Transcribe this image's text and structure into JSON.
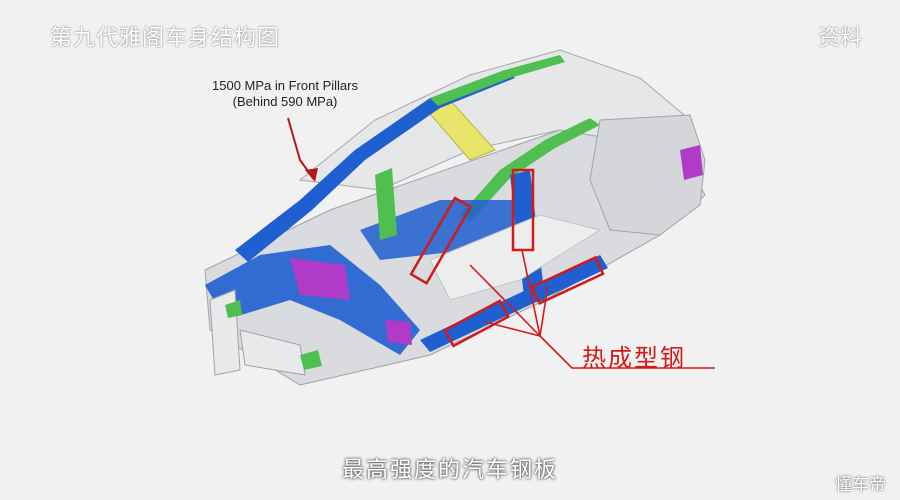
{
  "header": {
    "left_title": "第九代雅阁车身结构图",
    "right_title": "资料"
  },
  "callout": {
    "line1": "1500 MPa in Front Pillars",
    "line2": "(Behind 590 MPa)"
  },
  "annotation": {
    "label": "热成型钢"
  },
  "caption": {
    "text": "最高强度的汽车钢板"
  },
  "watermark": {
    "text": "懂车帝"
  },
  "colors": {
    "highlight_red": "#d21a1a",
    "body_blue": "#1f5fd0",
    "green_part": "#4fbf4f",
    "yellow_part": "#e9e46a",
    "purple_part": "#b03bc8"
  }
}
